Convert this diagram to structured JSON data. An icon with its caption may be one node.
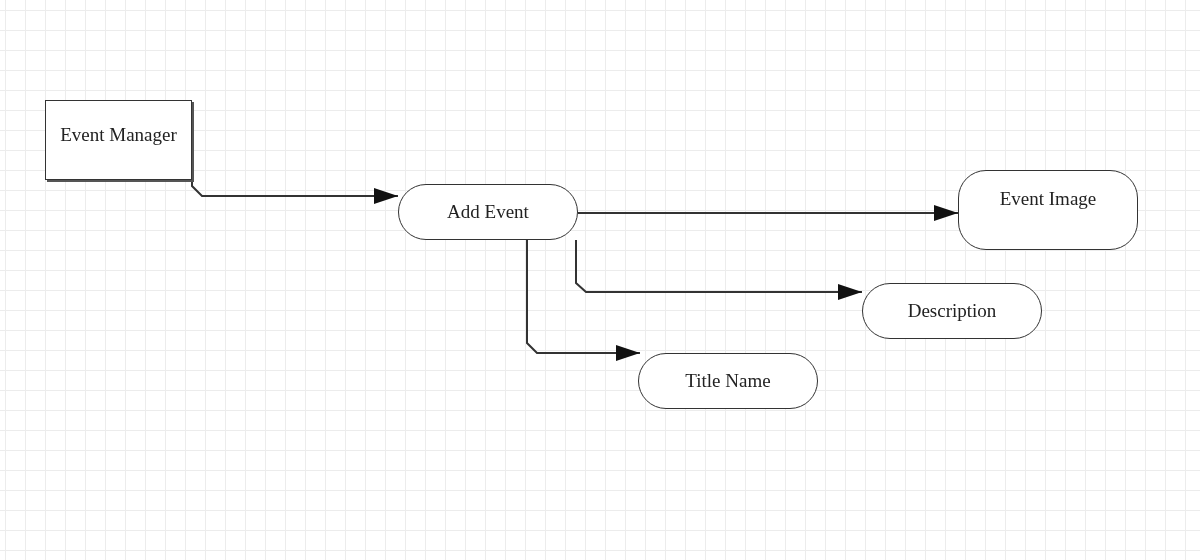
{
  "diagram": {
    "nodes": [
      {
        "text": [
          "Event Manager"
        ]
      },
      {
        "text": [
          "Add Event"
        ]
      },
      {
        "text": [
          "Event Image"
        ]
      },
      {
        "text": [
          "Description"
        ]
      },
      {
        "text": [
          "Title Name"
        ]
      }
    ],
    "edges": [
      {
        "from": 0,
        "to": 1,
        "arrow": "to"
      },
      {
        "from": 1,
        "to": 2,
        "arrow": "to"
      },
      {
        "from": 1,
        "to": 3,
        "arrow": "to"
      },
      {
        "from": 1,
        "to": 4,
        "arrow": "to"
      }
    ]
  }
}
